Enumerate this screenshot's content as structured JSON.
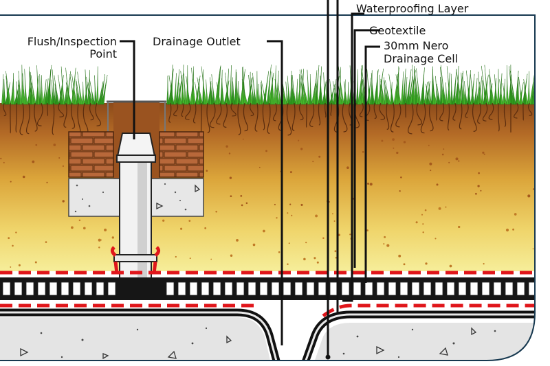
{
  "labels": {
    "flush_line1": "Flush/Inspection",
    "flush_line2": "Point",
    "drainage_outlet": "Drainage Outlet",
    "waterproofing_partial": "Waterproofing Layer",
    "geotextile": "Geotextile",
    "nero_line1": "30mm Nero",
    "nero_line2": "Drainage Cell"
  },
  "colors": {
    "grass": "#2f9a1e",
    "topsoil": "#8a4a1b",
    "subsoil_top": "#d69a2c",
    "subsoil_bottom": "#f4ea8c",
    "brick": "#a1582a",
    "concrete": "#e6e6e6",
    "membrane_red": "#e0161b",
    "frame_blue": "#16384f"
  }
}
